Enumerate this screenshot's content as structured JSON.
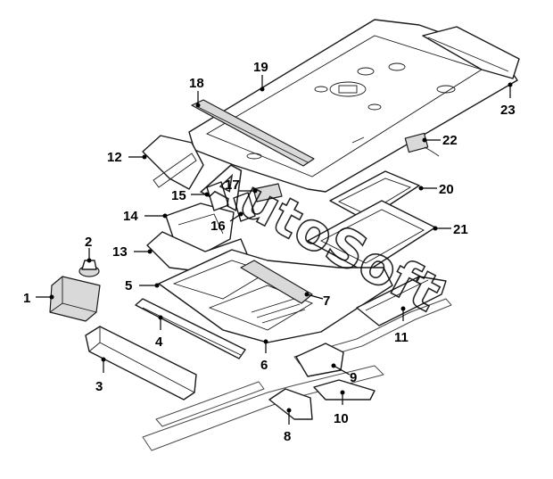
{
  "diagram": {
    "watermark": "AutoSoft",
    "callouts": [
      {
        "id": "1",
        "label": "1"
      },
      {
        "id": "2",
        "label": "2"
      },
      {
        "id": "3",
        "label": "3"
      },
      {
        "id": "4",
        "label": "4"
      },
      {
        "id": "5",
        "label": "5"
      },
      {
        "id": "6",
        "label": "6"
      },
      {
        "id": "7",
        "label": "7"
      },
      {
        "id": "8",
        "label": "8"
      },
      {
        "id": "9",
        "label": "9"
      },
      {
        "id": "10",
        "label": "10"
      },
      {
        "id": "11",
        "label": "11"
      },
      {
        "id": "12",
        "label": "12"
      },
      {
        "id": "13",
        "label": "13"
      },
      {
        "id": "14",
        "label": "14"
      },
      {
        "id": "15",
        "label": "15"
      },
      {
        "id": "16",
        "label": "16"
      },
      {
        "id": "17",
        "label": "17"
      },
      {
        "id": "18",
        "label": "18"
      },
      {
        "id": "19",
        "label": "19"
      },
      {
        "id": "20",
        "label": "20"
      },
      {
        "id": "21",
        "label": "21"
      },
      {
        "id": "22",
        "label": "22"
      },
      {
        "id": "23",
        "label": "23"
      }
    ]
  }
}
